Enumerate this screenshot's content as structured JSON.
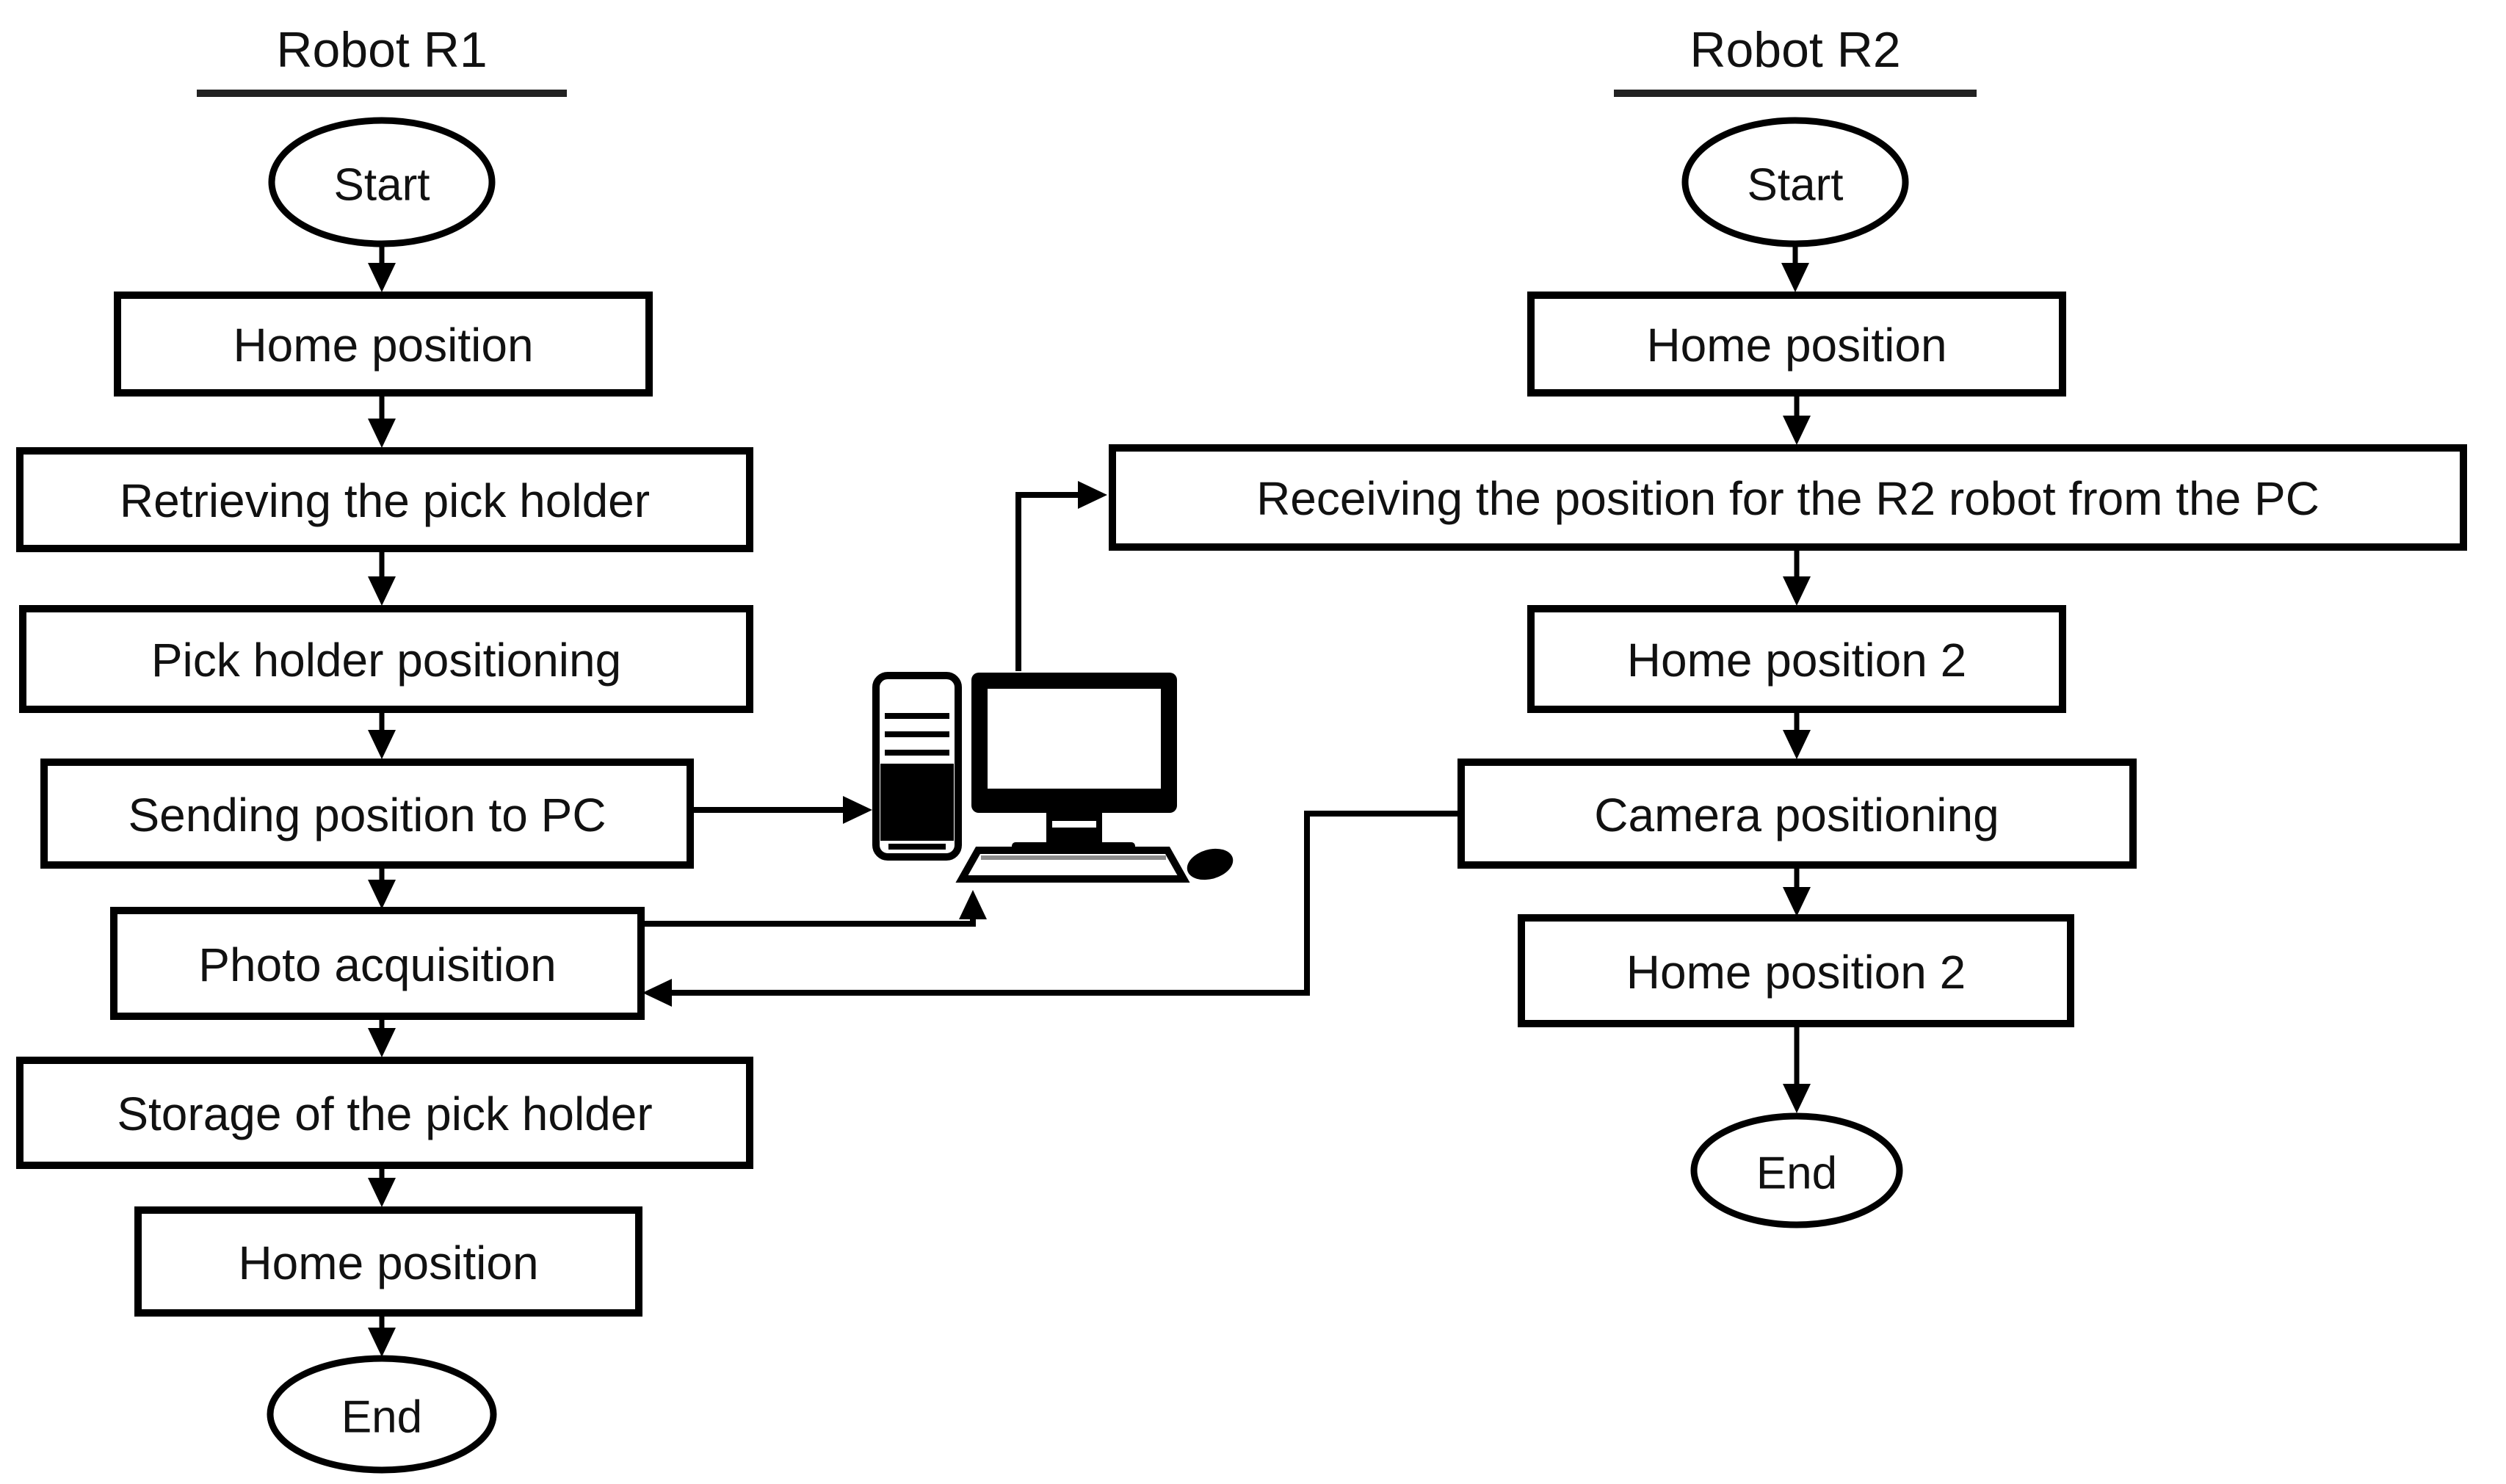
{
  "colors": {
    "line": "#000000",
    "box_fill": "#ffffff",
    "text": "#111111",
    "background": "#ffffff"
  },
  "r1": {
    "title": "Robot R1",
    "start_label": "Start",
    "steps": [
      "Home position",
      "Retrieving the pick holder",
      "Pick holder positioning",
      "Sending position to PC",
      "Photo acquisition",
      "Storage of the pick holder",
      "Home position"
    ],
    "end_label": "End"
  },
  "r2": {
    "title": "Robot R2",
    "start_label": "Start",
    "steps": [
      "Home position",
      "Receiving the position for the R2 robot from the PC",
      "Home position 2",
      "Camera positioning",
      "Home position 2"
    ],
    "end_label": "End"
  },
  "pc": {
    "icon": "desktop-computer-icon"
  }
}
